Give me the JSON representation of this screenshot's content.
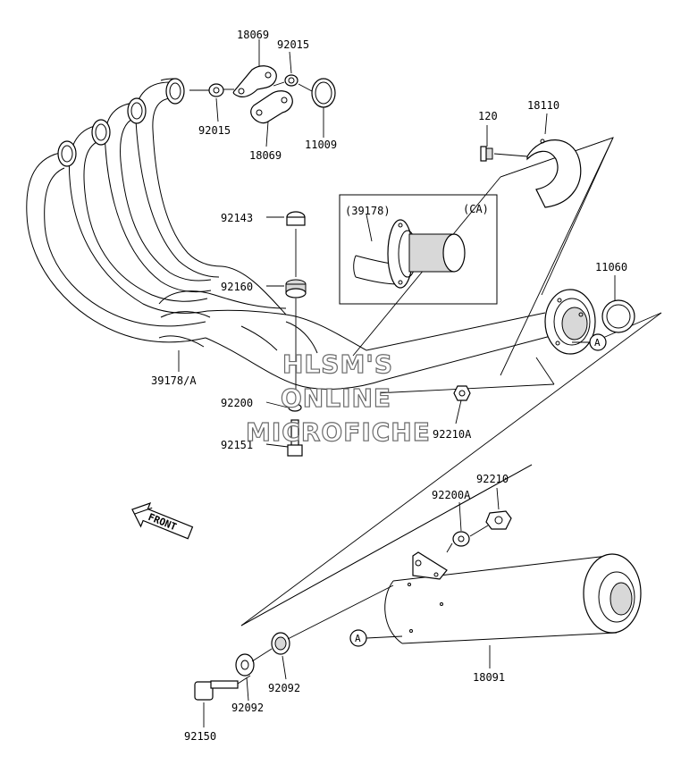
{
  "labels": {
    "l_18069_top": "18069",
    "l_92015_top": "92015",
    "l_92015_left": "92015",
    "l_18069_bottom": "18069",
    "l_11009": "11009",
    "l_120": "120",
    "l_18110": "18110",
    "l_39178_inset": "(39178)",
    "l_ca": "(CA)",
    "l_92143": "92143",
    "l_92160": "92160",
    "l_11060": "11060",
    "l_39178a": "39178/A",
    "l_92200": "92200",
    "l_92151": "92151",
    "l_92210a": "92210A",
    "l_92210": "92210",
    "l_92200a": "92200A",
    "l_18091": "18091",
    "l_92092_right": "92092",
    "l_92092_left": "92092",
    "l_92150": "92150"
  },
  "markers": {
    "ref_a_collector": "A",
    "ref_a_muffler": "A"
  },
  "front_arrow": {
    "label": "FRONT"
  },
  "watermark": {
    "line1": "HLSM'S",
    "line2": "ONLINE",
    "line3": "MICROFICHE"
  }
}
